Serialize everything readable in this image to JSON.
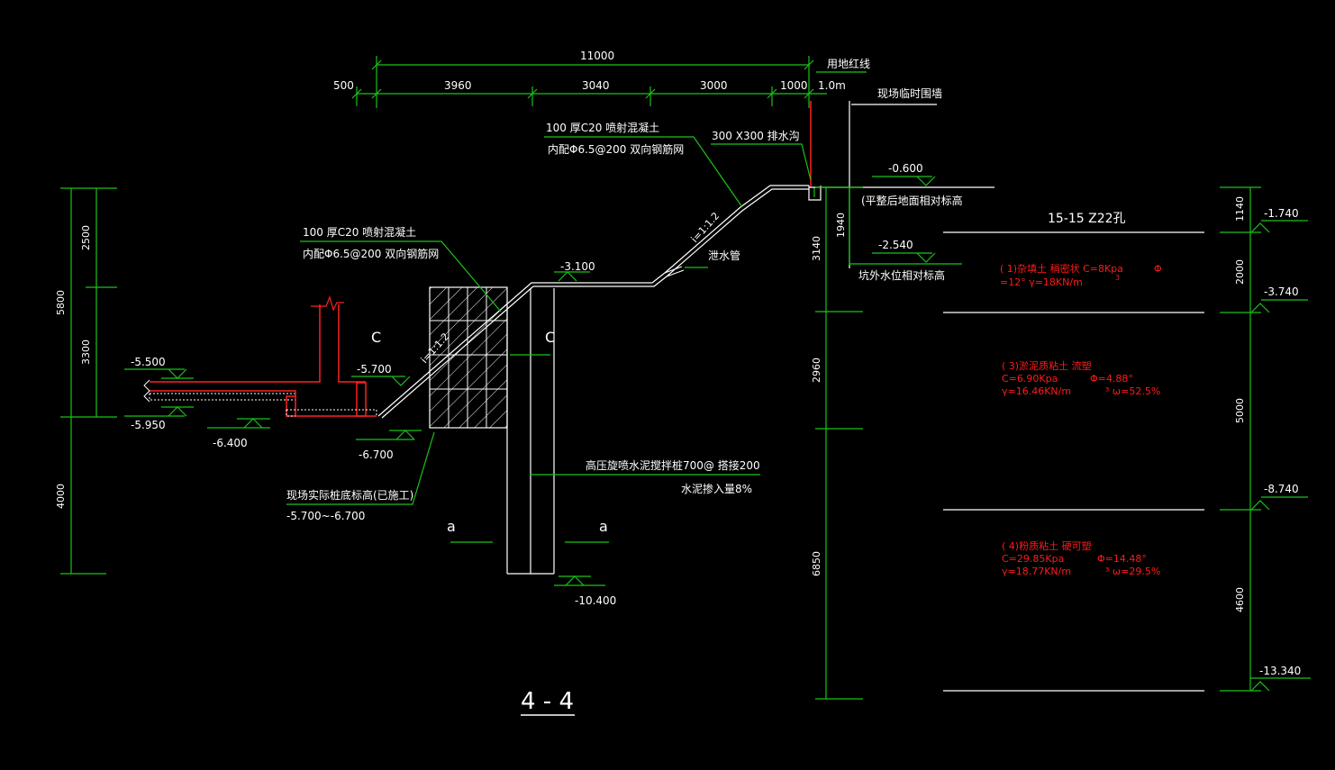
{
  "colors": {
    "background": "#000000",
    "dim": "#19c219",
    "annot": "#ffffff",
    "soil": "#ff1a1a",
    "struct": "#ff2020"
  },
  "top_dims": {
    "total": "11000",
    "d500": "500",
    "d3960": "3960",
    "d3040": "3040",
    "d3000": "3000",
    "d1000": "1000",
    "d1m": "1.0m"
  },
  "labels": {
    "red_line": "用地红线",
    "temp_wall": "现场临时围墙",
    "shotcrete_upper_1": "100  厚C20  喷射混凝土",
    "shotcrete_upper_2": "内配Φ6.5@200   双向钢筋网",
    "drain_ditch": "300  X300  排水沟",
    "shotcrete_lower_1": "100  厚C20  喷射混凝土",
    "shotcrete_lower_2": "内配Φ6.5@200   双向钢筋网",
    "drain_pipe": "泄水管",
    "slope_upper": "i=1:1.2",
    "slope_lower": "i=1:1.2",
    "ground_note": "(平整后地面相对标高",
    "water_note": "坑外水位相对标高",
    "jet_pile_1": "高压旋喷水泥搅拌桩700@  搭接200",
    "jet_pile_2": "水泥掺入量8%",
    "pile_bottom_1": "现场实际桩底标高(已施工)",
    "pile_bottom_2": "-5.700~-6.700",
    "c_left": "C",
    "c_right": "C",
    "a_left": "a",
    "a_right": "a",
    "section_title": "4 - 4",
    "borehole_title": "15-15 Z22孔"
  },
  "elevations": {
    "e0600": "-0.600",
    "e2540": "-2.540",
    "e3100": "-3.100",
    "e5500": "-5.500",
    "e5700": "-5.700",
    "e5950": "-5.950",
    "e6400": "-6.400",
    "e6700": "-6.700",
    "e10400": "-10.400",
    "b1740": "-1.740",
    "b3740": "-3.740",
    "b8740": "-8.740",
    "b13340": "-13.340"
  },
  "left_dims": {
    "d5800": "5800",
    "d2500": "2500",
    "d3300": "3300",
    "d4000": "4000"
  },
  "middle_dims": {
    "d1940": "1940",
    "d3140": "3140",
    "d2960": "2960",
    "d6850": "6850"
  },
  "right_dims": {
    "d1140": "1140",
    "d2000": "2000",
    "d5000": "5000",
    "d4600": "4600"
  },
  "soil": {
    "l1_a": "( 1)杂填土     稍密状  C=8Kpa",
    "l1_phi": "Φ",
    "l1_b": "=12°    γ=18KN/m",
    "l1_sup": "3",
    "l3_a": "( 3)淤泥质粘土     流塑",
    "l3_phi": "Φ=4.88°",
    "l3_b": "C=6.90Kpa",
    "l3_c": "γ=16.46KN/m",
    "l3_d": "³ ω=52.5%",
    "l4_a": "( 4)粉质粘土     硬可塑",
    "l4_b": "C=29.85Kpa",
    "l4_phi": "Φ=14.48°",
    "l4_c": "γ=18.77KN/m",
    "l4_d": "³ ω=29.5%"
  }
}
